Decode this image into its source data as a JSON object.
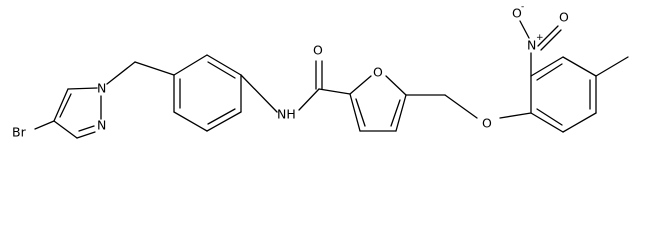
{
  "molecule": {
    "atoms": {
      "br": "Br",
      "n_pyrazole_1": "N",
      "n_pyrazole_2": "N",
      "amide_nh": "NH",
      "amide_o": "O",
      "furan_o": "O",
      "ether_o": "O",
      "nitro_n": "N",
      "nitro_n_charge": "+",
      "nitro_o_top": "O",
      "nitro_o_top_charge": "-",
      "nitro_o_right": "O"
    },
    "colors": {
      "ink": "#000000",
      "background": "#ffffff"
    }
  }
}
